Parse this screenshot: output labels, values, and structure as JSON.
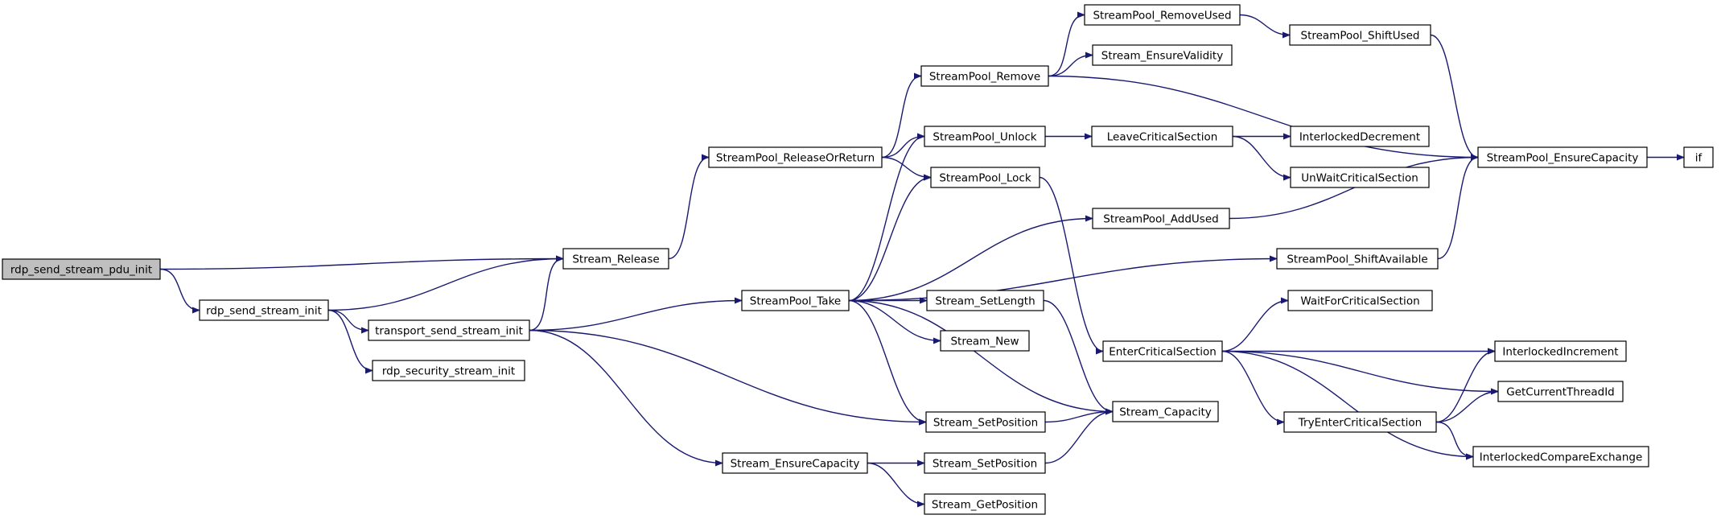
{
  "graph": {
    "root": "rdp_send_stream_pdu_init",
    "colors": {
      "edge": "#191970",
      "node_fill": "#ffffff",
      "root_fill": "#bfbfbf",
      "node_border": "#000000"
    },
    "nodes": [
      {
        "id": "rdp_send_stream_pdu_init",
        "label": "rdp_send_stream_pdu_init",
        "root": true
      },
      {
        "id": "rdp_send_stream_init",
        "label": "rdp_send_stream_init"
      },
      {
        "id": "transport_send_stream_init",
        "label": "transport_send_stream_init"
      },
      {
        "id": "rdp_security_stream_init",
        "label": "rdp_security_stream_init"
      },
      {
        "id": "Stream_Release",
        "label": "Stream_Release"
      },
      {
        "id": "StreamPool_ReleaseOrReturn",
        "label": "StreamPool_ReleaseOrReturn"
      },
      {
        "id": "StreamPool_Take",
        "label": "StreamPool_Take"
      },
      {
        "id": "Stream_EnsureCapacity",
        "label": "Stream_EnsureCapacity"
      },
      {
        "id": "StreamPool_Remove",
        "label": "StreamPool_Remove"
      },
      {
        "id": "StreamPool_Unlock",
        "label": "StreamPool_Unlock"
      },
      {
        "id": "StreamPool_Lock",
        "label": "StreamPool_Lock"
      },
      {
        "id": "Stream_SetLength",
        "label": "Stream_SetLength"
      },
      {
        "id": "Stream_New",
        "label": "Stream_New"
      },
      {
        "id": "Stream_SetPosition_1",
        "label": "Stream_SetPosition"
      },
      {
        "id": "Stream_SetPosition_2",
        "label": "Stream_SetPosition"
      },
      {
        "id": "Stream_GetPosition",
        "label": "Stream_GetPosition"
      },
      {
        "id": "StreamPool_RemoveUsed",
        "label": "StreamPool_RemoveUsed"
      },
      {
        "id": "Stream_EnsureValidity",
        "label": "Stream_EnsureValidity"
      },
      {
        "id": "LeaveCriticalSection",
        "label": "LeaveCriticalSection"
      },
      {
        "id": "StreamPool_AddUsed",
        "label": "StreamPool_AddUsed"
      },
      {
        "id": "EnterCriticalSection",
        "label": "EnterCriticalSection"
      },
      {
        "id": "Stream_Capacity",
        "label": "Stream_Capacity"
      },
      {
        "id": "StreamPool_ShiftUsed",
        "label": "StreamPool_ShiftUsed"
      },
      {
        "id": "InterlockedDecrement",
        "label": "InterlockedDecrement"
      },
      {
        "id": "UnWaitCriticalSection",
        "label": "UnWaitCriticalSection"
      },
      {
        "id": "StreamPool_ShiftAvailable",
        "label": "StreamPool_ShiftAvailable"
      },
      {
        "id": "WaitForCriticalSection",
        "label": "WaitForCriticalSection"
      },
      {
        "id": "TryEnterCriticalSection",
        "label": "TryEnterCriticalSection"
      },
      {
        "id": "StreamPool_EnsureCapacity",
        "label": "StreamPool_EnsureCapacity"
      },
      {
        "id": "InterlockedIncrement",
        "label": "InterlockedIncrement"
      },
      {
        "id": "GetCurrentThreadId",
        "label": "GetCurrentThreadId"
      },
      {
        "id": "InterlockedCompareExchange",
        "label": "InterlockedCompareExchange"
      },
      {
        "id": "if",
        "label": "if"
      }
    ],
    "edges": [
      {
        "from": "rdp_send_stream_pdu_init",
        "to": "Stream_Release"
      },
      {
        "from": "rdp_send_stream_pdu_init",
        "to": "rdp_send_stream_init"
      },
      {
        "from": "rdp_send_stream_init",
        "to": "Stream_Release"
      },
      {
        "from": "rdp_send_stream_init",
        "to": "transport_send_stream_init"
      },
      {
        "from": "rdp_send_stream_init",
        "to": "rdp_security_stream_init"
      },
      {
        "from": "transport_send_stream_init",
        "to": "Stream_Release"
      },
      {
        "from": "transport_send_stream_init",
        "to": "StreamPool_Take"
      },
      {
        "from": "transport_send_stream_init",
        "to": "Stream_SetPosition_1"
      },
      {
        "from": "transport_send_stream_init",
        "to": "Stream_EnsureCapacity"
      },
      {
        "from": "Stream_Release",
        "to": "StreamPool_ReleaseOrReturn"
      },
      {
        "from": "StreamPool_ReleaseOrReturn",
        "to": "StreamPool_Remove"
      },
      {
        "from": "StreamPool_ReleaseOrReturn",
        "to": "StreamPool_Unlock"
      },
      {
        "from": "StreamPool_ReleaseOrReturn",
        "to": "StreamPool_Lock"
      },
      {
        "from": "StreamPool_Take",
        "to": "StreamPool_Unlock"
      },
      {
        "from": "StreamPool_Take",
        "to": "StreamPool_Lock"
      },
      {
        "from": "StreamPool_Take",
        "to": "StreamPool_AddUsed"
      },
      {
        "from": "StreamPool_Take",
        "to": "StreamPool_ShiftAvailable"
      },
      {
        "from": "StreamPool_Take",
        "to": "Stream_SetLength"
      },
      {
        "from": "StreamPool_Take",
        "to": "Stream_New"
      },
      {
        "from": "StreamPool_Take",
        "to": "Stream_SetPosition_1"
      },
      {
        "from": "StreamPool_Take",
        "to": "Stream_Capacity"
      },
      {
        "from": "Stream_EnsureCapacity",
        "to": "Stream_SetPosition_2"
      },
      {
        "from": "Stream_EnsureCapacity",
        "to": "Stream_GetPosition"
      },
      {
        "from": "StreamPool_Remove",
        "to": "StreamPool_RemoveUsed"
      },
      {
        "from": "StreamPool_Remove",
        "to": "Stream_EnsureValidity"
      },
      {
        "from": "StreamPool_Remove",
        "to": "StreamPool_EnsureCapacity"
      },
      {
        "from": "StreamPool_RemoveUsed",
        "to": "StreamPool_ShiftUsed"
      },
      {
        "from": "StreamPool_ShiftUsed",
        "to": "StreamPool_EnsureCapacity"
      },
      {
        "from": "StreamPool_Unlock",
        "to": "LeaveCriticalSection"
      },
      {
        "from": "LeaveCriticalSection",
        "to": "InterlockedDecrement"
      },
      {
        "from": "LeaveCriticalSection",
        "to": "UnWaitCriticalSection"
      },
      {
        "from": "StreamPool_Lock",
        "to": "EnterCriticalSection"
      },
      {
        "from": "StreamPool_AddUsed",
        "to": "StreamPool_EnsureCapacity"
      },
      {
        "from": "StreamPool_ShiftAvailable",
        "to": "StreamPool_EnsureCapacity"
      },
      {
        "from": "Stream_SetLength",
        "to": "Stream_Capacity"
      },
      {
        "from": "Stream_SetPosition_1",
        "to": "Stream_Capacity"
      },
      {
        "from": "Stream_SetPosition_2",
        "to": "Stream_Capacity"
      },
      {
        "from": "EnterCriticalSection",
        "to": "WaitForCriticalSection"
      },
      {
        "from": "EnterCriticalSection",
        "to": "InterlockedIncrement"
      },
      {
        "from": "EnterCriticalSection",
        "to": "GetCurrentThreadId"
      },
      {
        "from": "EnterCriticalSection",
        "to": "TryEnterCriticalSection"
      },
      {
        "from": "EnterCriticalSection",
        "to": "InterlockedCompareExchange"
      },
      {
        "from": "TryEnterCriticalSection",
        "to": "InterlockedIncrement"
      },
      {
        "from": "TryEnterCriticalSection",
        "to": "GetCurrentThreadId"
      },
      {
        "from": "TryEnterCriticalSection",
        "to": "InterlockedCompareExchange"
      },
      {
        "from": "StreamPool_EnsureCapacity",
        "to": "if"
      }
    ]
  }
}
